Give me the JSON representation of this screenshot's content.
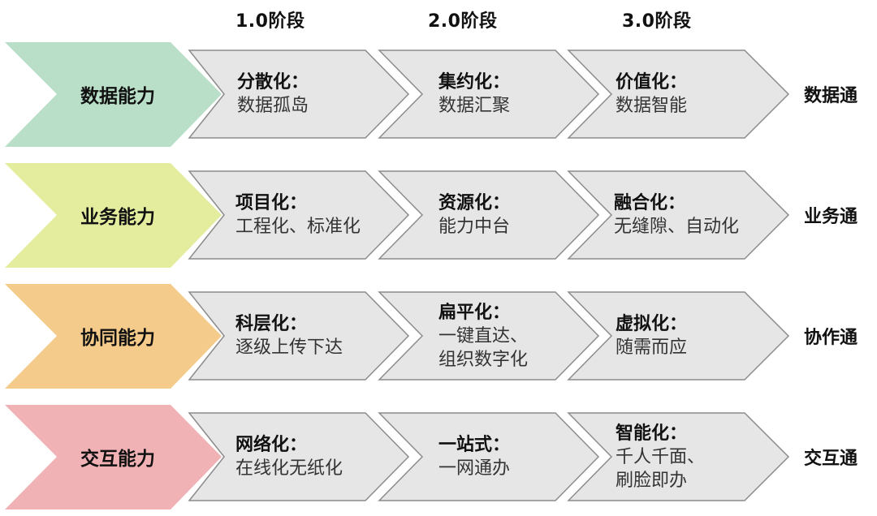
{
  "header": {
    "stages": [
      "1.0阶段",
      "2.0阶段",
      "3.0阶段"
    ]
  },
  "colors": {
    "data": "#b9dfc8",
    "business": "#e4ec9e",
    "collab": "#f5cb8b",
    "interact": "#f1b2b6",
    "stage_fill": "#e6e6e6",
    "stage_stroke": "#8c8c8c"
  },
  "rows": [
    {
      "capability": "数据能力",
      "stages": [
        {
          "title": "分散化：",
          "desc": "数据孤岛"
        },
        {
          "title": "集约化：",
          "desc": "数据汇聚"
        },
        {
          "title": "价值化：",
          "desc": "数据智能"
        }
      ],
      "outcome": "数据通"
    },
    {
      "capability": "业务能力",
      "stages": [
        {
          "title": "项目化：",
          "desc": "工程化、标准化"
        },
        {
          "title": "资源化：",
          "desc": "能力中台"
        },
        {
          "title": "融合化：",
          "desc": "无缝隙、自动化"
        }
      ],
      "outcome": "业务通"
    },
    {
      "capability": "协同能力",
      "stages": [
        {
          "title": "科层化：",
          "desc": "逐级上传下达"
        },
        {
          "title": "扁平化：",
          "desc": "一键直达、\n组织数字化"
        },
        {
          "title": "虚拟化：",
          "desc": "随需而应"
        }
      ],
      "outcome": "协作通"
    },
    {
      "capability": "交互能力",
      "stages": [
        {
          "title": "网络化：",
          "desc": "在线化无纸化"
        },
        {
          "title": "一站式：",
          "desc": "一网通办"
        },
        {
          "title": "智能化：",
          "desc": "千人千面、\n刷脸即办"
        }
      ],
      "outcome": "交互通"
    }
  ]
}
